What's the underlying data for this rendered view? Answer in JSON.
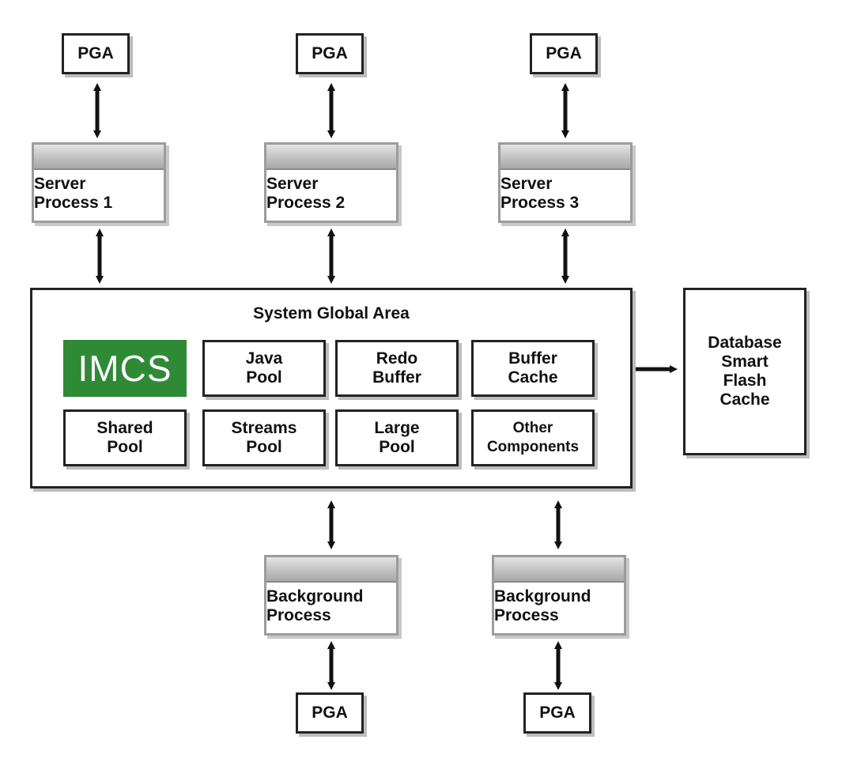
{
  "pga": {
    "label": "PGA"
  },
  "server_processes": [
    {
      "label": "Server\nProcess 1"
    },
    {
      "label": "Server\nProcess 2"
    },
    {
      "label": "Server\nProcess 3"
    }
  ],
  "sga": {
    "title": "System Global Area",
    "imcs": "IMCS",
    "components": [
      {
        "label": "Java\nPool"
      },
      {
        "label": "Redo\nBuffer"
      },
      {
        "label": "Buffer\nCache"
      },
      {
        "label": "Shared\nPool"
      },
      {
        "label": "Streams\nPool"
      },
      {
        "label": "Large\nPool"
      },
      {
        "label": "Other\nComponents"
      }
    ]
  },
  "flash_cache": {
    "label": "Database\nSmart\nFlash\nCache"
  },
  "background_processes": [
    {
      "label": "Background\nProcess"
    },
    {
      "label": "Background\nProcess"
    }
  ],
  "colors": {
    "imcs_fill": "#2f8a36",
    "process_bar": "#c2c2c2",
    "border": "#222222"
  }
}
